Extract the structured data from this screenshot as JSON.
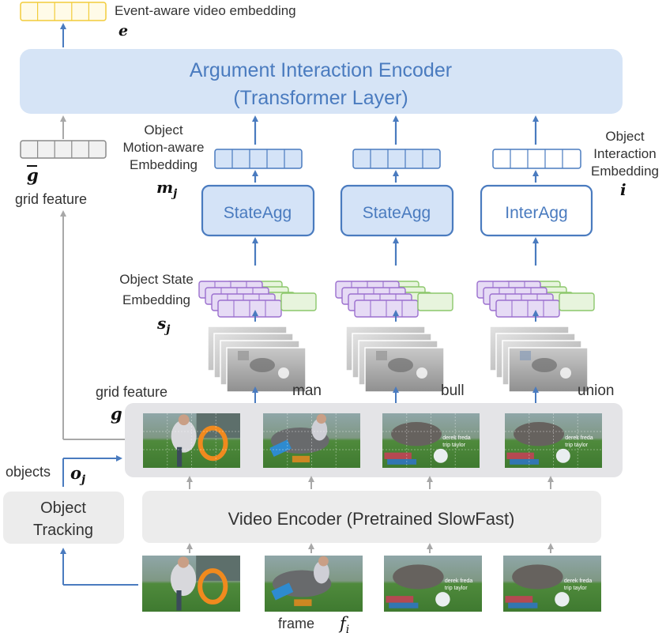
{
  "output": {
    "label": "Event-aware video embedding",
    "symbol": "e"
  },
  "encoder": {
    "title": "Argument Interaction Encoder",
    "subtitle": "(Transformer Layer)"
  },
  "grid_top": {
    "symbol": "g",
    "label": "grid feature"
  },
  "motion": {
    "label_lines": [
      "Object",
      "Motion-aware",
      "Embedding"
    ],
    "symbol": "m",
    "subscript": "j"
  },
  "interaction": {
    "label_lines": [
      "Object",
      "Interaction",
      "Embedding"
    ],
    "symbol": "i"
  },
  "aggregators": [
    {
      "label": "StateAgg",
      "filled": true
    },
    {
      "label": "StateAgg",
      "filled": true
    },
    {
      "label": "InterAgg",
      "filled": false
    }
  ],
  "state": {
    "label_lines": [
      "Object State",
      "Embedding"
    ],
    "symbol": "s",
    "subscript": "j"
  },
  "crop_labels": [
    "man",
    "bull",
    "union"
  ],
  "grid_bottom": {
    "label": "grid feature",
    "symbol": "g"
  },
  "objects": {
    "label": "objects",
    "symbol": "o",
    "subscript": "j"
  },
  "tracking": {
    "label_lines": [
      "Object",
      "Tracking"
    ]
  },
  "video_encoder": {
    "label": "Video Encoder (Pretrained SlowFast)"
  },
  "frame": {
    "label": "frame",
    "symbol": "f",
    "subscript": "i"
  },
  "frame_captions": [
    "",
    "derek freda\ntrip taylor",
    "derek freda\ntrip taylor",
    "derek freda\ntrip taylor"
  ],
  "colors": {
    "blue": "#4a7bbf",
    "light_blue_fill": "#d4e3f7",
    "encoder_fill": "#d6e4f6",
    "encoder_text": "#4a7bbf",
    "gray_panel": "#e4e4e7",
    "gray_arrow": "#a8a8a8",
    "yellow": "#f2cc3a",
    "purple": "#9b6fce",
    "purple_fill": "#e6dbf5",
    "green": "#8cc76b",
    "green_fill": "#e7f4dd"
  }
}
